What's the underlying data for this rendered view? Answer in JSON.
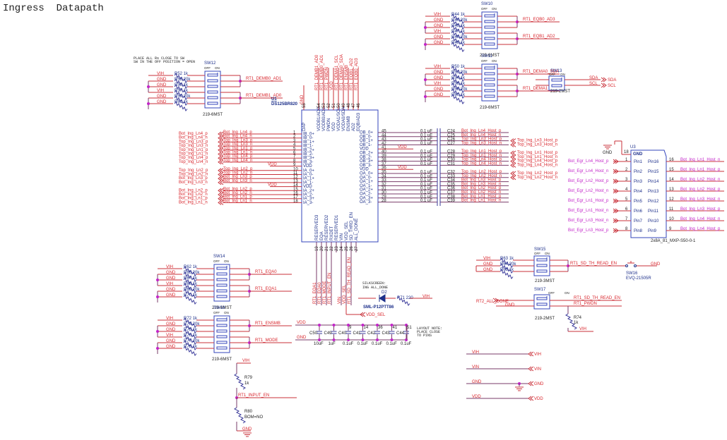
{
  "title": "Ingress  Datapath",
  "notes": {
    "sw12_note": [
      "PLACE ALL Rs CLOSE TO SW",
      "SW IN THE OFF POSITION = OPEN"
    ],
    "silkscreen": [
      "SILKSCREEN:",
      "ING ALL_DONE"
    ],
    "layout_note": [
      "LAYOUT NOTE:",
      "PLACE CLOSE",
      "TO PINS"
    ]
  },
  "switch_blocks": [
    {
      "ref": "SW12",
      "part": "219-6MST",
      "rows": [
        {
          "net": "VIH",
          "res": "R52",
          "val": "1k"
        },
        {
          "net": "GND",
          "res": "R53",
          "val": "20k"
        },
        {
          "net": "GND",
          "res": "R55",
          "val": "1k"
        },
        {
          "net": "VIH",
          "res": "R57",
          "val": "1k"
        },
        {
          "net": "GND",
          "res": "R59",
          "val": "20k"
        },
        {
          "net": "GND",
          "res": "R61",
          "val": "1k"
        }
      ],
      "outputs": [
        "RT1_DEMB0_AD1",
        "RT1_DEMB1_AD0"
      ]
    },
    {
      "ref": "SW10",
      "part": "219-6MST",
      "rows": [
        {
          "net": "VIH",
          "res": "R44",
          "val": "1k"
        },
        {
          "net": "GND",
          "res": "R46",
          "val": "20k"
        },
        {
          "net": "GND",
          "res": "R45",
          "val": "1k"
        },
        {
          "net": "VIH",
          "res": "R47",
          "val": "1k"
        },
        {
          "net": "GND",
          "res": "R48",
          "val": "20k"
        },
        {
          "net": "GND",
          "res": "R49",
          "val": "1k"
        }
      ],
      "outputs": [
        "RT1_EQB0_AD3",
        "RT1_EQB1_AD2"
      ]
    },
    {
      "ref": "SW11",
      "part": "219-6MST",
      "rows": [
        {
          "net": "VIH",
          "res": "R50",
          "val": "1k"
        },
        {
          "net": "GND",
          "res": "R51",
          "val": "20k"
        },
        {
          "net": "GND",
          "res": "R54",
          "val": "1k"
        },
        {
          "net": "VIH",
          "res": "R56",
          "val": "1k"
        },
        {
          "net": "GND",
          "res": "R58",
          "val": "20k"
        },
        {
          "net": "GND",
          "res": "R60",
          "val": "1k"
        }
      ],
      "outputs": [
        "RT1_DEMA0_SDA",
        "RT1_DEMA1_SCL"
      ]
    },
    {
      "ref": "SW14",
      "part": "219-6MST",
      "rows": [
        {
          "net": "VIH",
          "res": "R62",
          "val": "1k"
        },
        {
          "net": "GND",
          "res": "R65",
          "val": "20k"
        },
        {
          "net": "GND",
          "res": "R67",
          "val": "1k"
        },
        {
          "net": "VIH",
          "res": "R68",
          "val": "1k"
        },
        {
          "net": "GND",
          "res": "R69",
          "val": "20k"
        },
        {
          "net": "GND",
          "res": "R70",
          "val": "1k"
        }
      ],
      "outputs": [
        "RT1_EQA0",
        "RT1_EQA1"
      ]
    },
    {
      "ref": "SW18",
      "part": "219-6MST",
      "rows": [
        {
          "net": "VIH",
          "res": "R72",
          "val": "1k"
        },
        {
          "net": "GND",
          "res": "R73",
          "val": "20k"
        },
        {
          "net": "GND",
          "res": "R75",
          "val": "1k"
        },
        {
          "net": "VIH",
          "res": "R76",
          "val": "1k"
        },
        {
          "net": "GND",
          "res": "R77",
          "val": "20k"
        },
        {
          "net": "GND",
          "res": "R78",
          "val": "1k"
        }
      ],
      "outputs": [
        "RT1_ENSMB",
        "RT1_MODE"
      ]
    }
  ],
  "sw13": {
    "ref": "SW13",
    "part": "219-2MST",
    "nets": [
      "SDA",
      "SCL"
    ],
    "ports": [
      "SDA",
      "SCL"
    ]
  },
  "sw15": {
    "ref": "SW15",
    "part": "219-3MST",
    "rows": [
      {
        "net": "VIH",
        "res": "R63",
        "val": "1k"
      },
      {
        "net": "GND",
        "res": "R64",
        "val": "20k"
      },
      {
        "net": "GND",
        "res": "R65",
        "val": "1k"
      }
    ],
    "output": "RT1_SD_TH_READ_EN"
  },
  "sw16": {
    "ref": "SW16",
    "part": "EVQ-21505R",
    "net": "GND"
  },
  "sw17": {
    "ref": "SW17",
    "part": "219-2MST",
    "input": "RT2_ALL_DONE",
    "gnd": "GND",
    "outputs": [
      "RT1_SD_TH_READ_EN",
      "RT1_PWDN"
    ]
  },
  "r74": {
    "ref": "R74",
    "val": "1k",
    "net": "VIH"
  },
  "r79": {
    "ref": "R79",
    "val": "1k",
    "top": "VIH",
    "mid": "RT1_INPUT_EN"
  },
  "r80": {
    "ref": "R80",
    "val": "BOM=NO",
    "bottom": "GND"
  },
  "u1": {
    "ref": "U1",
    "part": "DS125BR820",
    "top_pins": [
      {
        "num": "55",
        "name": "DAP",
        "net": "GND"
      },
      {
        "num": "54",
        "name": "VODB1/AD0",
        "net": "RT1_DEMB1_AD0"
      },
      {
        "num": "53",
        "name": "VODB0/AD1",
        "net": "RT1_DEMB0_AD1"
      },
      {
        "num": "52",
        "name": "PWDN",
        "net": "RT1_PWDN"
      },
      {
        "num": "51",
        "name": "VDD",
        "net": "VDD"
      },
      {
        "num": "50",
        "name": "VODA1/SCL",
        "net": "RT1_DEMA1_SCL"
      },
      {
        "num": "49",
        "name": "VODA0/SDA",
        "net": "RT1_DEMA0_SDA"
      },
      {
        "num": "48",
        "name": "ENSMB",
        "net": "RT1_ENSMB"
      },
      {
        "num": "47",
        "name": "AD2",
        "net": "RT1_EQB1_AD2"
      },
      {
        "num": "46",
        "name": "EQB/AD3",
        "net": "RT1_EQB0_AD3"
      }
    ],
    "left_pins": [
      {
        "num": "1",
        "name": "IB_0+",
        "local": "Bot_Ing_Ln4_p",
        "port": "Bot_Ing_Ln4_p"
      },
      {
        "num": "2",
        "name": "IB_0-",
        "local": "Bot_Ing_Ln4_n",
        "port": "Bot_Ing_Ln4_n"
      },
      {
        "num": "3",
        "name": "IB_1+",
        "local": "Top_Ing_Ln3_p",
        "port": "Top_Ing_Ln3_p"
      },
      {
        "num": "4",
        "name": "IB_1-",
        "local": "Top_Ing_Ln3_n",
        "port": "Top_Ing_Ln3_n"
      },
      {
        "num": "5",
        "name": "IB_2+",
        "local": "Top_Ing_Ln1_p",
        "port": "Top_Ing_Ln1_p"
      },
      {
        "num": "6",
        "name": "IB_2-",
        "local": "Top_Ing_Ln1_n",
        "port": "Top_Ing_Ln1_n"
      },
      {
        "num": "7",
        "name": "IB_3+",
        "local": "Top_Ing_Ln4_p",
        "port": "Top_Ing_Ln4_p"
      },
      {
        "num": "8",
        "name": "IB_3-",
        "local": "Top_Ing_Ln4_n",
        "port": "Top_Ing_Ln4_n"
      },
      {
        "num": "9",
        "name": "VDD",
        "local": "VDD",
        "port": ""
      },
      {
        "num": "10",
        "name": "IA_0+",
        "local": "Top_Ing_Ln2_p",
        "port": "Top_Ing_Ln2_p"
      },
      {
        "num": "11",
        "name": "IA_0-",
        "local": "Top_Ing_Ln2_n",
        "port": "Top_Ing_Ln2_n"
      },
      {
        "num": "12",
        "name": "IA_1+",
        "local": "Bot_Ing_Ln3_p",
        "port": "Bot_Ing_Ln3_p"
      },
      {
        "num": "13",
        "name": "IA_1-",
        "local": "Bot_Ing_Ln3_n",
        "port": "Bot_Ing_Ln3_n"
      },
      {
        "num": "14",
        "name": "VDD",
        "local": "VDD",
        "port": ""
      },
      {
        "num": "15",
        "name": "IA_2+",
        "local": "Bot_Ing_Ln2_p",
        "port": "Bot_Ing_Ln2_p"
      },
      {
        "num": "16",
        "name": "IA_2-",
        "local": "Bot_Ing_Ln2_n",
        "port": "Bot_Ing_Ln2_n"
      },
      {
        "num": "17",
        "name": "IA_3+",
        "local": "Bot_Ing_Ln1_p",
        "port": "Bot_Ing_Ln1_p"
      },
      {
        "num": "18",
        "name": "IA_3-",
        "local": "Bot_Ing_Ln1_n",
        "port": "Bot_Ing_Ln1_n"
      }
    ],
    "right_pins": [
      {
        "num": "45",
        "name": "OB_0+",
        "cap": "0.1 uF",
        "cref": "C24",
        "net": "Bot_Ing_Ln4_Host_p",
        "port": ""
      },
      {
        "num": "44",
        "name": "OB_0-",
        "cap": "0.1 uF",
        "cref": "C25",
        "net": "Bot_Ing_Ln4_Host_n",
        "port": ""
      },
      {
        "num": "43",
        "name": "OB_1+",
        "cap": "0.1 uF",
        "cref": "C26",
        "net": "Top_Ing_Ln3_Host_p",
        "port": "Top_Ing_Ln3_Host_p"
      },
      {
        "num": "42",
        "name": "OB_1-",
        "cap": "0.1 uF",
        "cref": "C27",
        "net": "Top_Ing_Ln3_Host_n",
        "port": "Top_Ing_Ln3_Host_n"
      },
      {
        "num": "41",
        "name": "VDD",
        "cap": "",
        "cref": "",
        "net": "VDD",
        "port": ""
      },
      {
        "num": "40",
        "name": "OB_2+",
        "cap": "0.1 uF",
        "cref": "C28",
        "net": "Top_Ing_Ln1_Host_p",
        "port": "Top_Ing_Ln1_Host_p"
      },
      {
        "num": "39",
        "name": "OB_2-",
        "cap": "0.1 uF",
        "cref": "C29",
        "net": "Top_Ing_Ln1_Host_n",
        "port": "Top_Ing_Ln1_Host_n"
      },
      {
        "num": "38",
        "name": "OB_3+",
        "cap": "0.1 uF",
        "cref": "C30",
        "net": "Top_Ing_Ln4_Host_p",
        "port": "Top_Ing_Ln4_Host_p"
      },
      {
        "num": "37",
        "name": "OB_3-",
        "cap": "0.1 uF",
        "cref": "C31",
        "net": "Top_Ing_Ln4_Host_n",
        "port": "Top_Ing_Ln4_Host_n"
      },
      {
        "num": "36",
        "name": "VDD",
        "cap": "",
        "cref": "",
        "net": "VDD",
        "port": ""
      },
      {
        "num": "35",
        "name": "OA_0+",
        "cap": "0.1 uF",
        "cref": "C32",
        "net": "Top_Ing_Ln2_Host_p",
        "port": "Top_Ing_Ln2_Host_p"
      },
      {
        "num": "34",
        "name": "OA_0-",
        "cap": "0.1 uF",
        "cref": "C33",
        "net": "Top_Ing_Ln2_Host_n",
        "port": "Top_Ing_Ln2_Host_n"
      },
      {
        "num": "33",
        "name": "OA_1+",
        "cap": "0.1 uF",
        "cref": "C34",
        "net": "Bot_Ing_Ln3_Host_p",
        "port": ""
      },
      {
        "num": "32",
        "name": "OA_1-",
        "cap": "0.1 uF",
        "cref": "C35",
        "net": "Bot_Ing_Ln3_Host_n",
        "port": ""
      },
      {
        "num": "31",
        "name": "OA_2+",
        "cap": "0.1 uF",
        "cref": "C36",
        "net": "Bot_Ing_Ln2_Host_p",
        "port": ""
      },
      {
        "num": "30",
        "name": "OA_2-",
        "cap": "0.1 uF",
        "cref": "C37",
        "net": "Bot_Ing_Ln2_Host_n",
        "port": ""
      },
      {
        "num": "29",
        "name": "OA_3+",
        "cap": "0.1 uF",
        "cref": "C38",
        "net": "Bot_Ing_Ln1_Host_p",
        "port": ""
      },
      {
        "num": "28",
        "name": "OA_3-",
        "cap": "0.1 uF",
        "cref": "C39",
        "net": "Bot_Ing_Ln1_Host_n",
        "port": ""
      }
    ],
    "bottom_pins": [
      {
        "num": "19",
        "name": "RESERVED3",
        "net": "RT1_EQA1"
      },
      {
        "num": "20",
        "name": "EQA",
        "net": "RT1_EQA0"
      },
      {
        "num": "21",
        "name": "RESERVED2",
        "net": "RT1_MODE"
      },
      {
        "num": "22",
        "name": "RXDET",
        "net": "RT1_INPUT_EN"
      },
      {
        "num": "23",
        "name": "RESERVED1",
        "net": ""
      },
      {
        "num": "24",
        "name": "VIN",
        "net": "VIN"
      },
      {
        "num": "25",
        "name": "VDD_SEL",
        "net": "VDD_SEL"
      },
      {
        "num": "26",
        "name": "SD_THRD_EN",
        "net": "RT1_SD_TH_READ_EN"
      },
      {
        "num": "27",
        "name": "ALL_DONE",
        "net": ""
      }
    ]
  },
  "led": {
    "ref": "D2",
    "part": "SML-P12PTT86",
    "res": "R71",
    "val": "220",
    "net": "VIH",
    "port": "VDD_SEL"
  },
  "decoupling": {
    "top": "VDD",
    "bottom": "GND",
    "caps": [
      {
        "ref": "C50",
        "val": "10uF",
        "pin": ""
      },
      {
        "ref": "C49",
        "val": "1uF",
        "pin": ""
      },
      {
        "ref": "C40",
        "val": "0.1uF",
        "pin": "9"
      },
      {
        "ref": "C41",
        "val": "0.1uF",
        "pin": "14"
      },
      {
        "ref": "C42",
        "val": "0.1uF",
        "pin": "36"
      },
      {
        "ref": "C43",
        "val": "0.1uF",
        "pin": "41"
      },
      {
        "ref": "C44",
        "val": "0.1uF",
        "pin": "51"
      }
    ]
  },
  "u3": {
    "ref": "U3",
    "part": "2x8A_81_MXP-S50-0-1",
    "gnd_pin": "18",
    "gnd_label": "GND",
    "gnd_net": "GND",
    "left": [
      {
        "num": "1",
        "name": "Pin1",
        "port": "Bot_Egr_Ln4_Host_p"
      },
      {
        "num": "2",
        "name": "Pin2",
        "port": "Bot_Egr_Ln4_Host_n"
      },
      {
        "num": "3",
        "name": "Pin3",
        "port": "Bot_Egr_Ln2_Host_p"
      },
      {
        "num": "4",
        "name": "Pin4",
        "port": "Bot_Egr_Ln2_Host_n"
      },
      {
        "num": "5",
        "name": "Pin5",
        "port": "Bot_Egr_Ln1_Host_p"
      },
      {
        "num": "6",
        "name": "Pin6",
        "port": "Bot_Egr_Ln1_Host_n"
      },
      {
        "num": "7",
        "name": "Pin7",
        "port": "Bot_Egr_Ln3_Host_n"
      },
      {
        "num": "8",
        "name": "Pin8",
        "port": "Bot_Egr_Ln3_Host_p"
      }
    ],
    "right": [
      {
        "num": "16",
        "name": "Pin16",
        "net": "Bot_Ing_Ln1_Host_n"
      },
      {
        "num": "15",
        "name": "Pin15",
        "net": "Bot_Ing_Ln1_Host_p"
      },
      {
        "num": "14",
        "name": "Pin14",
        "net": "Bot_Ing_Ln2_Host_n"
      },
      {
        "num": "13",
        "name": "Pin13",
        "net": "Bot_Ing_Ln2_Host_p"
      },
      {
        "num": "12",
        "name": "Pin12",
        "net": "Bot_Ing_Ln3_Host_n"
      },
      {
        "num": "11",
        "name": "Pin11",
        "net": "Bot_Ing_Ln3_Host_p"
      },
      {
        "num": "10",
        "name": "Pin10",
        "net": "Bot_Ing_Ln4_Host_n"
      },
      {
        "num": "9",
        "name": "Pin9",
        "net": "Bot_Ing_Ln4_Host_p"
      }
    ]
  },
  "power_ports": [
    {
      "net": "VIH",
      "port": "VIH"
    },
    {
      "net": "VIN",
      "port": "VIN"
    },
    {
      "net": "GND",
      "port": "GND"
    },
    {
      "net": "VDD",
      "port": "VDD"
    }
  ],
  "labels": {
    "off": "OFF",
    "on": "ON",
    "gnd": "GND",
    "vdd": "VDD"
  }
}
